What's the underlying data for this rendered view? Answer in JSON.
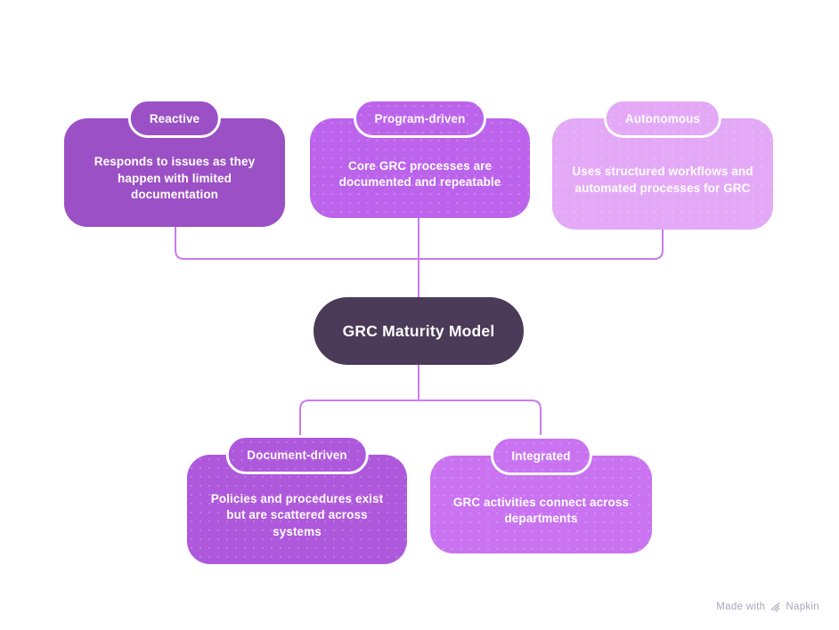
{
  "diagram": {
    "center": {
      "label": "GRC Maturity Model",
      "bg_color": "#4B3A58",
      "text_color": "#FFFFFF"
    },
    "nodes": [
      {
        "id": "reactive",
        "label": "Reactive",
        "body": "Responds to issues as they happen with limited documentation",
        "bg_color": "#9C50C5"
      },
      {
        "id": "program-driven",
        "label": "Program-driven",
        "body": "Core GRC processes are documented and repeatable",
        "bg_color": "#BC63EC"
      },
      {
        "id": "autonomous",
        "label": "Autonomous",
        "body": "Uses structured workflows and automated processes for GRC",
        "bg_color": "#E3A9F6"
      },
      {
        "id": "document-driven",
        "label": "Document-driven",
        "body": "Policies and procedures exist but are scattered across systems",
        "bg_color": "#AE58DC"
      },
      {
        "id": "integrated",
        "label": "Integrated",
        "body": "GRC activities connect across departments",
        "bg_color": "#C973F0"
      }
    ],
    "connector_color": "#C97BF0",
    "text_color": "#FFFFFF"
  },
  "watermark": {
    "text": "Made with",
    "brand": "Napkin",
    "color": "#ABA6BB"
  }
}
